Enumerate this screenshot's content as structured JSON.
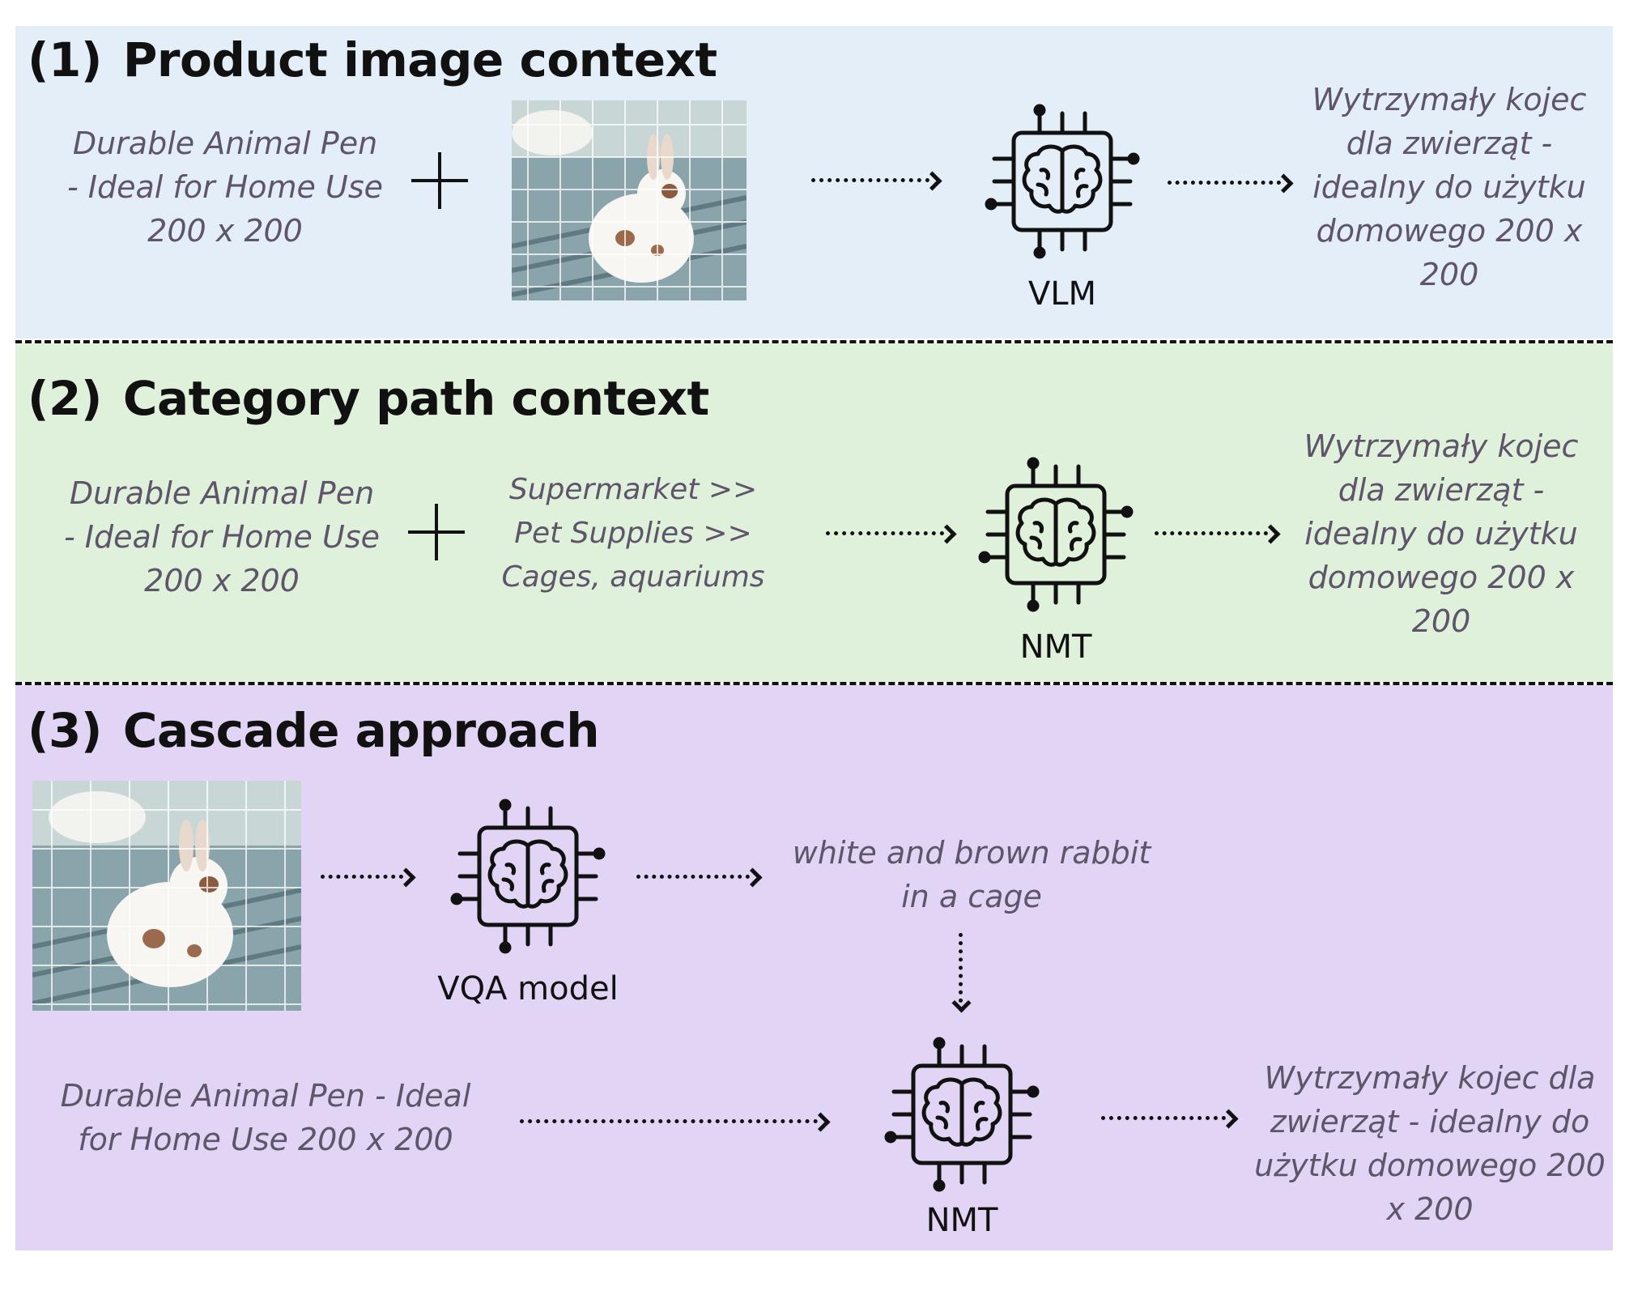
{
  "sections": [
    {
      "number": "(1)",
      "title": "Product image context",
      "source_text": "Durable Animal Pen - Ideal for Home Use 200 x 200",
      "model_label": "VLM",
      "output_text": "Wytrzymały kojec dla zwierząt - idealny do użytku domowego 200 x 200"
    },
    {
      "number": "(2)",
      "title": "Category path context",
      "source_text": "Durable Animal Pen - Ideal for Home Use 200 x 200",
      "category_path": "Supermarket >> Pet Supplies >> Cages, aquariums",
      "model_label": "NMT",
      "output_text": "Wytrzymały kojec dla zwierząt - idealny do użytku domowego 200 x 200"
    },
    {
      "number": "(3)",
      "title": "Cascade approach",
      "vqa_label": "VQA model",
      "caption_text": "white and brown rabbit in a cage",
      "source_text": "Durable Animal Pen - Ideal for Home Use 200 x 200",
      "model_label": "NMT",
      "output_text": "Wytrzymały kojec dla zwierząt - idealny do użytku domowego 200 x 200"
    }
  ],
  "icons": {
    "model_chip": "brain-chip-icon",
    "product_photo": "rabbit-in-cage-photo"
  },
  "colors": {
    "section1_bg": "#e3eef8",
    "section2_bg": "#dff0db",
    "section3_bg": "#e1d4f4",
    "italic_text": "#5f556a"
  }
}
